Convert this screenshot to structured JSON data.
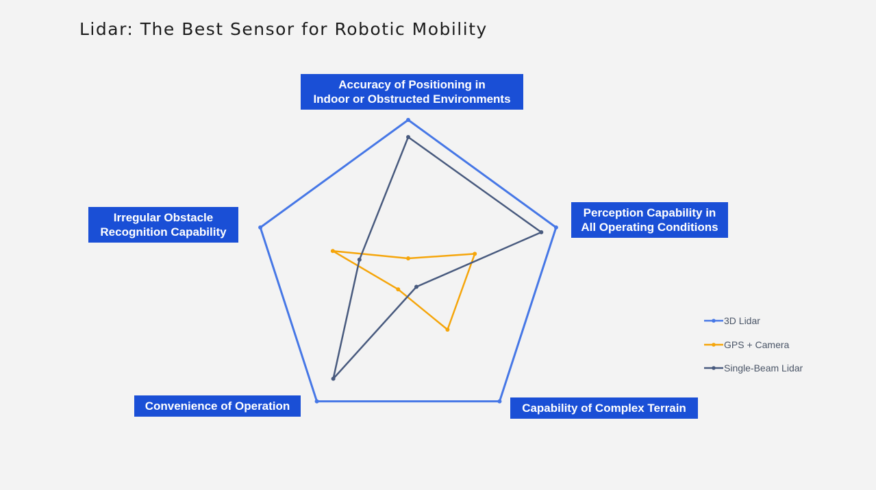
{
  "title": "Lidar: The Best Sensor for Robotic Mobility",
  "chart_data": {
    "type": "radar",
    "title": "Lidar: The Best Sensor for Robotic Mobility",
    "axes": [
      {
        "lines": [
          "Accuracy of Positioning in",
          "Indoor or Obstructed Environments"
        ]
      },
      {
        "lines": [
          "Perception Capability in",
          "All Operating Conditions"
        ]
      },
      {
        "lines": [
          "Capability of Complex Terrain"
        ]
      },
      {
        "lines": [
          "Convenience of Operation"
        ]
      },
      {
        "lines": [
          "Irregular Obstacle",
          "Recognition Capability"
        ]
      }
    ],
    "range": [
      0,
      10
    ],
    "grid": false,
    "legend_position": "right",
    "series": [
      {
        "name": "3D Lidar",
        "color": "#4677e6",
        "values": [
          10,
          10,
          10,
          10,
          10
        ]
      },
      {
        "name": "GPS + Camera",
        "color": "#f5a50a",
        "values": [
          1.1,
          4.5,
          4.3,
          1.1,
          5.1
        ]
      },
      {
        "name": "Single-Beam Lidar",
        "color": "#485a7e",
        "values": [
          8.9,
          9.0,
          0.9,
          8.2,
          3.3
        ]
      }
    ]
  }
}
